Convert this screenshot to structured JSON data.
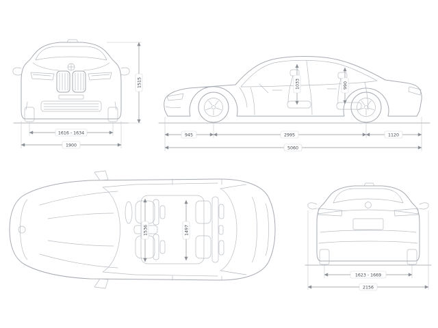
{
  "diagram": {
    "views": {
      "front": {
        "track": "1616 - 1634",
        "overall_width": "1900",
        "overall_height": "1515"
      },
      "side": {
        "front_headroom": "1033",
        "rear_headroom": "990",
        "front_overhang": "945",
        "wheelbase": "2995",
        "rear_overhang": "1120",
        "overall_length": "5060"
      },
      "top": {
        "front_interior_width": "1536",
        "rear_interior_width": "1497"
      },
      "rear": {
        "track": "1623 - 1669",
        "overall_width_mirrors": "2156"
      }
    },
    "colors": {
      "body_line": "#a6abb2",
      "detail_line": "#b7bcc2",
      "dimension_line": "#8b9097",
      "label_text": "#41464d",
      "background": "#ffffff"
    }
  }
}
